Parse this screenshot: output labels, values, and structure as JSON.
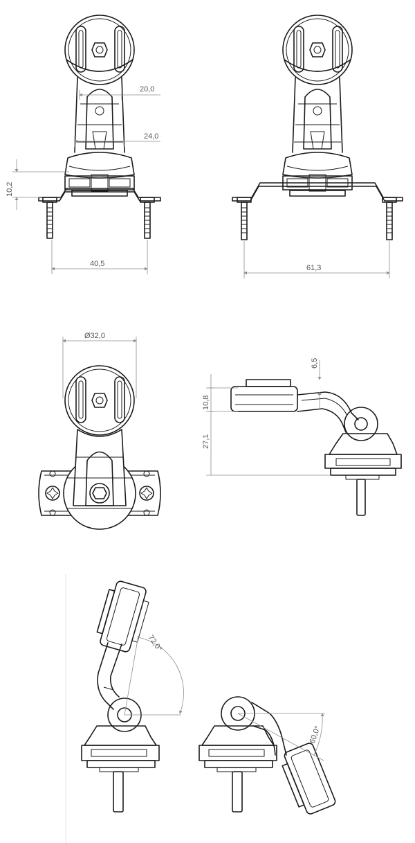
{
  "dimensions": {
    "top_width": "20,0",
    "arm_width": "24,0",
    "base_height": "10,2",
    "short_bracket_span": "40,5",
    "long_bracket_span": "61,3",
    "head_diameter": "Ø32,0",
    "side_offset": "6,5",
    "side_head_height": "10,8",
    "side_total_height": "27,1"
  },
  "angles": {
    "forward_tilt": "72,0°",
    "backward_tilt": "60,0°"
  }
}
